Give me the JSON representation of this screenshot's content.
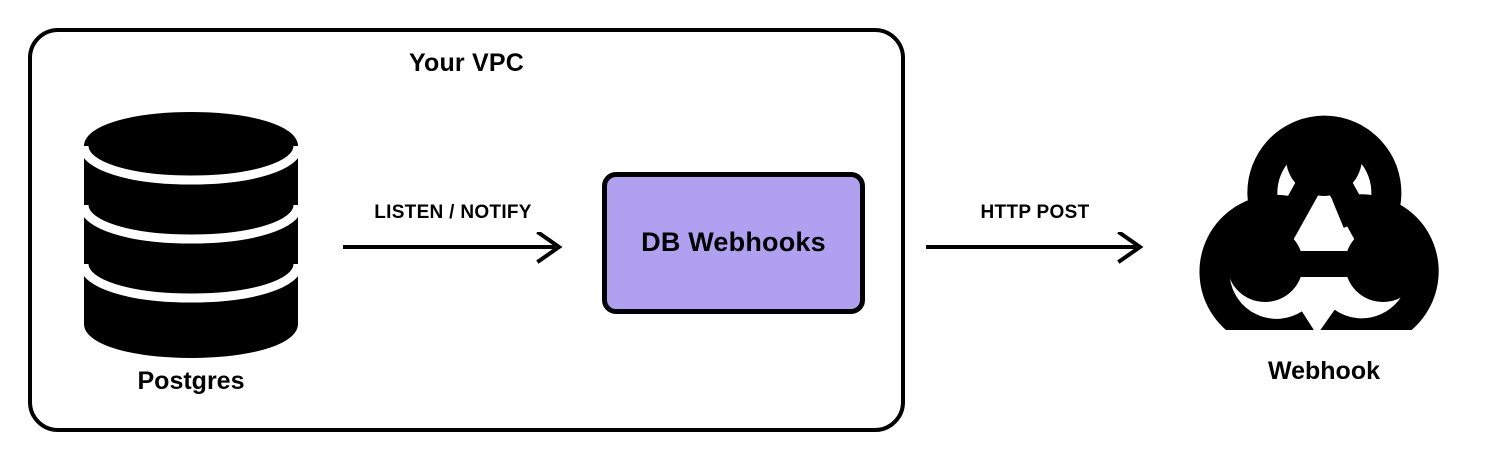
{
  "diagram": {
    "background_color": "#ffffff",
    "stroke_color": "#000000",
    "vpc": {
      "title": "Your VPC",
      "border_color": "#000000"
    },
    "nodes": [
      {
        "id": "postgres",
        "label": "Postgres",
        "icon": "database-cylinder-icon",
        "color": "#000000"
      },
      {
        "id": "db-webhooks",
        "label": "DB Webhooks",
        "shape": "rounded-rectangle",
        "fill_color": "#afa1f0",
        "border_color": "#000000"
      },
      {
        "id": "webhook",
        "label": "Webhook",
        "icon": "webhook-logo-icon",
        "color": "#000000"
      }
    ],
    "connections": [
      {
        "id": "listen-notify",
        "label": "LISTEN / NOTIFY",
        "from": "postgres",
        "to": "db-webhooks",
        "direction": "right"
      },
      {
        "id": "http-post",
        "label": "HTTP POST",
        "from": "db-webhooks",
        "to": "webhook",
        "direction": "right"
      }
    ]
  }
}
